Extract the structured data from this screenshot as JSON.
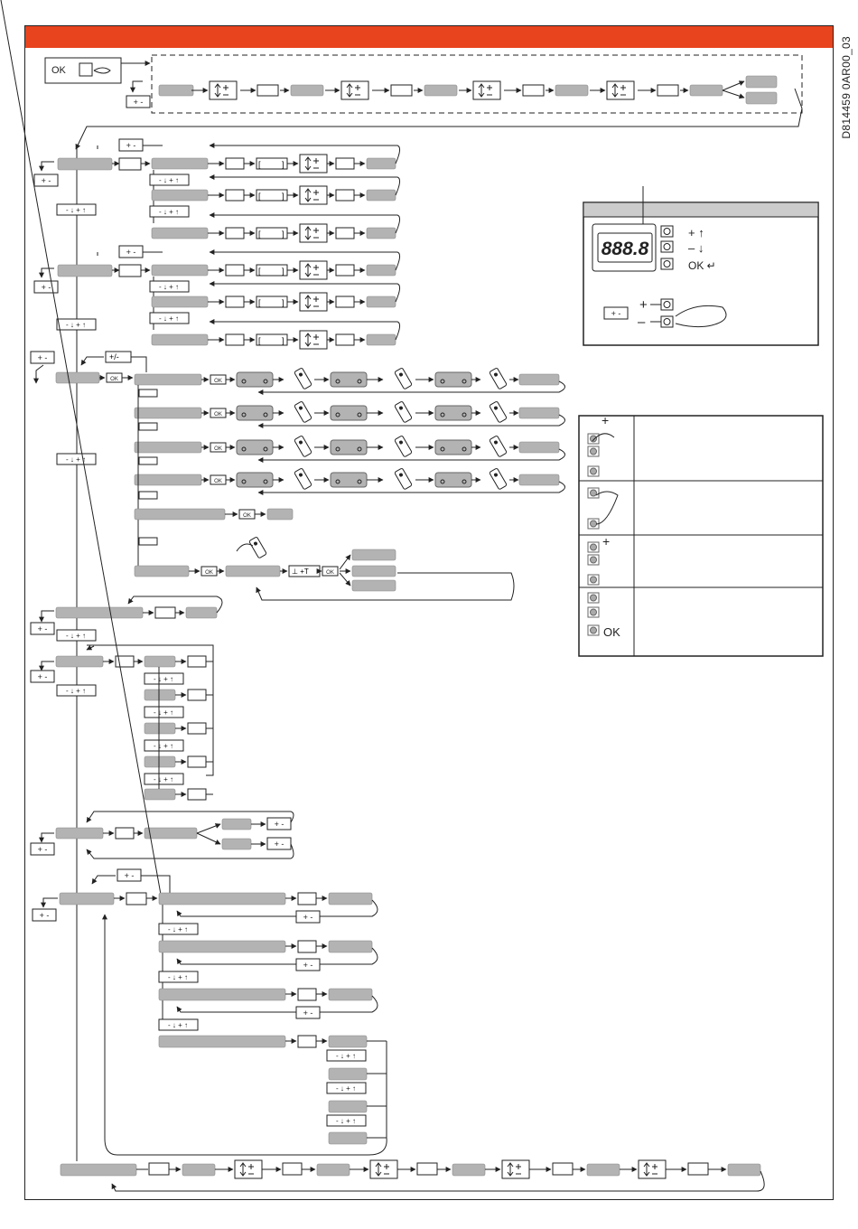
{
  "document_id": "D814459 0AR00_03",
  "labels": {
    "ok": "OK",
    "plus_minus": "+ -",
    "plus_slash_minus": "+/-",
    "nav_down_up": "- ↓ + ↑",
    "display_digits": "888.8",
    "plus_up": "+ ↑",
    "minus_down": "– ↓",
    "ok_enter": "OK ↵",
    "plus": "+",
    "minus": "–",
    "key_ok": "OK"
  },
  "colors": {
    "accent": "#e8441e",
    "param_box": "#b3b3b3",
    "line": "#222222"
  },
  "icons": [
    "keypad-ok-hand-icon",
    "arrow-up-down-icon",
    "remote-control-icon",
    "receiver-led-icon",
    "hand-press-icon"
  ]
}
